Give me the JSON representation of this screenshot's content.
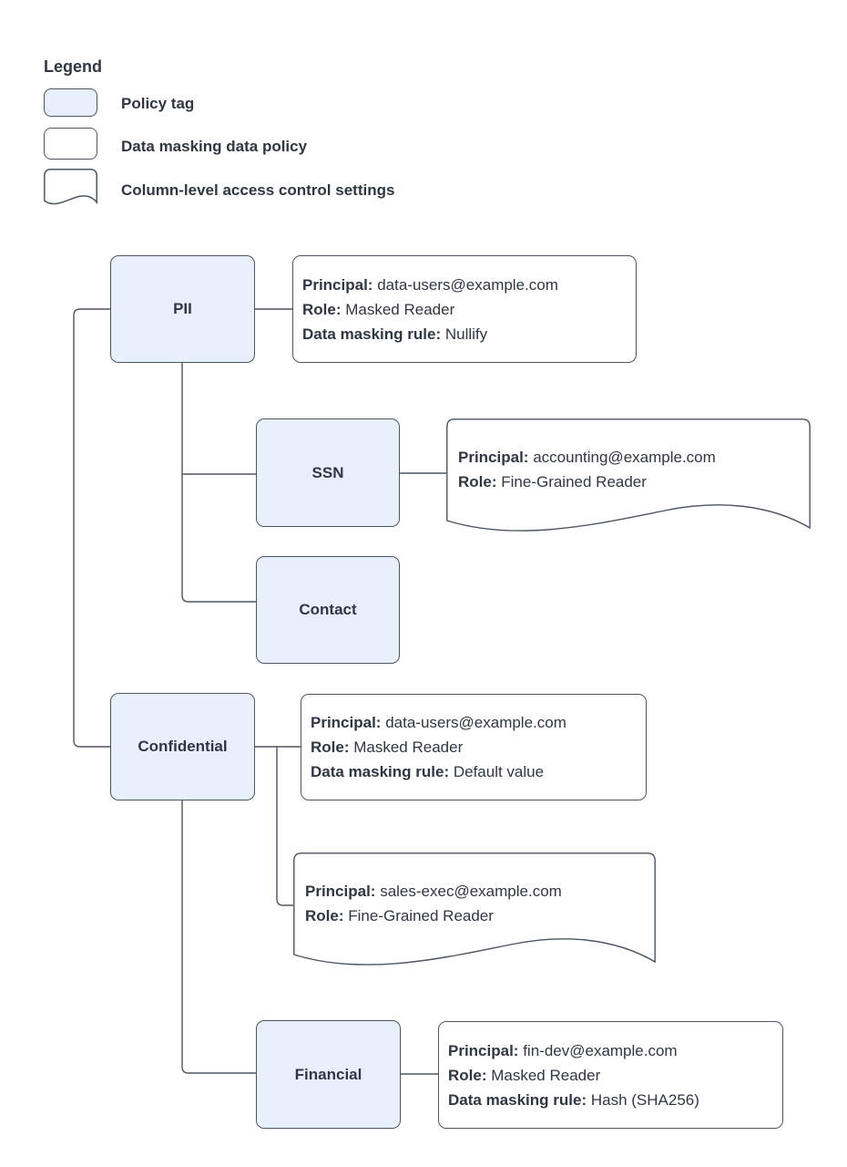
{
  "legend": {
    "title": "Legend",
    "items": [
      {
        "swatch": "policy-tag-swatch",
        "label": "Policy tag"
      },
      {
        "swatch": "data-policy-swatch",
        "label": "Data masking data policy"
      },
      {
        "swatch": "access-control-swatch",
        "label": "Column-level access control settings"
      }
    ]
  },
  "tags": {
    "pii": "PII",
    "ssn": "SSN",
    "contact": "Contact",
    "confidential": "Confidential",
    "financial": "Financial"
  },
  "policies": {
    "pii_mask": {
      "lines": [
        {
          "label": "Principal:",
          "value": "data-users@example.com"
        },
        {
          "label": "Role:",
          "value": "Masked Reader"
        },
        {
          "label": "Data masking rule:",
          "value": "Nullify"
        }
      ]
    },
    "ssn_acl": {
      "lines": [
        {
          "label": "Principal:",
          "value": "accounting@example.com"
        },
        {
          "label": "Role:",
          "value": "Fine-Grained Reader"
        }
      ]
    },
    "conf_mask": {
      "lines": [
        {
          "label": "Principal:",
          "value": "data-users@example.com"
        },
        {
          "label": "Role:",
          "value": "Masked Reader"
        },
        {
          "label": "Data masking rule:",
          "value": "Default value"
        }
      ]
    },
    "conf_acl": {
      "lines": [
        {
          "label": "Principal:",
          "value": "sales-exec@example.com"
        },
        {
          "label": "Role:",
          "value": "Fine-Grained Reader"
        }
      ]
    },
    "fin_mask": {
      "lines": [
        {
          "label": "Principal:",
          "value": "fin-dev@example.com"
        },
        {
          "label": "Role:",
          "value": "Masked Reader"
        },
        {
          "label": "Data masking rule:",
          "value": "Hash (SHA256)"
        }
      ]
    }
  },
  "colors": {
    "policy_tag_fill": "#e8f0fc",
    "shape_stroke": "#4d5562",
    "text": "#2f3743",
    "background": "#ffffff"
  }
}
